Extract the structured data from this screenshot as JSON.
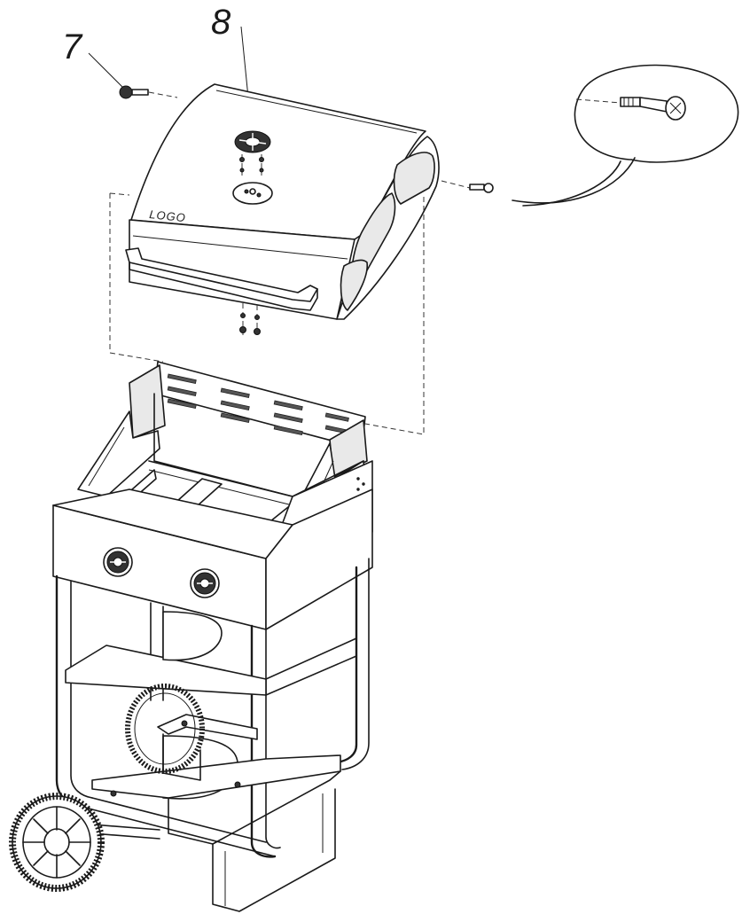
{
  "diagram": {
    "callouts": [
      {
        "id": "screw",
        "label": "7"
      },
      {
        "id": "handle-knob",
        "label": "8"
      }
    ],
    "lid_logo_text": "LOGO"
  }
}
